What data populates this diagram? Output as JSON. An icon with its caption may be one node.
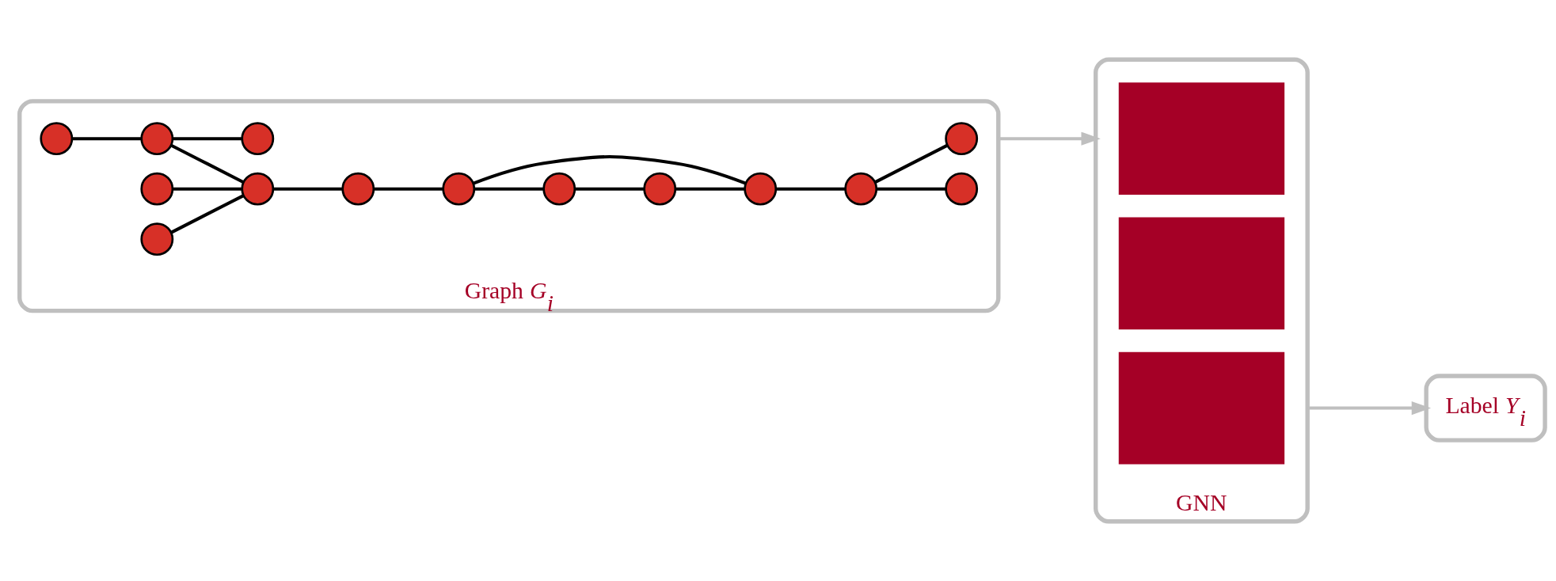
{
  "diagram": {
    "nodes": [
      {
        "text": [
          "Graph *G*$_{i}$"
        ]
      },
      {
        "text": [],
        "shape": "circle",
        "in": 0
      },
      {
        "text": [],
        "shape": "circle",
        "in": 0
      },
      {
        "text": [],
        "shape": "circle",
        "in": 0
      },
      {
        "text": [],
        "shape": "circle",
        "in": 0
      },
      {
        "text": [],
        "shape": "circle",
        "in": 0
      },
      {
        "text": [],
        "shape": "circle",
        "in": 0
      },
      {
        "text": [],
        "shape": "circle",
        "in": 0
      },
      {
        "text": [],
        "shape": "circle",
        "in": 0
      },
      {
        "text": [],
        "shape": "circle",
        "in": 0
      },
      {
        "text": [],
        "shape": "circle",
        "in": 0
      },
      {
        "text": [],
        "shape": "circle",
        "in": 0
      },
      {
        "text": [],
        "shape": "circle",
        "in": 0
      },
      {
        "text": [],
        "shape": "circle",
        "in": 0
      },
      {
        "text": [],
        "shape": "circle",
        "in": 0
      },
      {
        "text": [
          "GNN"
        ]
      },
      {
        "text": [],
        "shape": "box",
        "in": 15
      },
      {
        "text": [],
        "shape": "box",
        "in": 15
      },
      {
        "text": [],
        "shape": "box",
        "in": 15
      },
      {
        "text": [
          "Label *Y*$_{i}$"
        ]
      }
    ],
    "edges": [
      {
        "from": 1,
        "to": 2,
        "arrow": "none"
      },
      {
        "from": 2,
        "to": 3,
        "arrow": "none"
      },
      {
        "from": 2,
        "to": 6,
        "arrow": "none"
      },
      {
        "from": 4,
        "to": 6,
        "arrow": "none"
      },
      {
        "from": 5,
        "to": 6,
        "arrow": "none"
      },
      {
        "from": 6,
        "to": 7,
        "arrow": "none"
      },
      {
        "from": 7,
        "to": 8,
        "arrow": "none"
      },
      {
        "from": 8,
        "to": 9,
        "arrow": "none"
      },
      {
        "from": 8,
        "to": 11,
        "arrow": "none"
      },
      {
        "from": 9,
        "to": 10,
        "arrow": "none"
      },
      {
        "from": 10,
        "to": 11,
        "arrow": "none"
      },
      {
        "from": 11,
        "to": 12,
        "arrow": "none"
      },
      {
        "from": 12,
        "to": 13,
        "arrow": "none"
      },
      {
        "from": 12,
        "to": 14,
        "arrow": "none"
      },
      {
        "from": 0,
        "to": 15,
        "arrow": "to",
        "color": "#bfbfbf"
      },
      {
        "from": 15,
        "to": 19,
        "arrow": "to",
        "color": "#bfbfbf"
      }
    ]
  }
}
